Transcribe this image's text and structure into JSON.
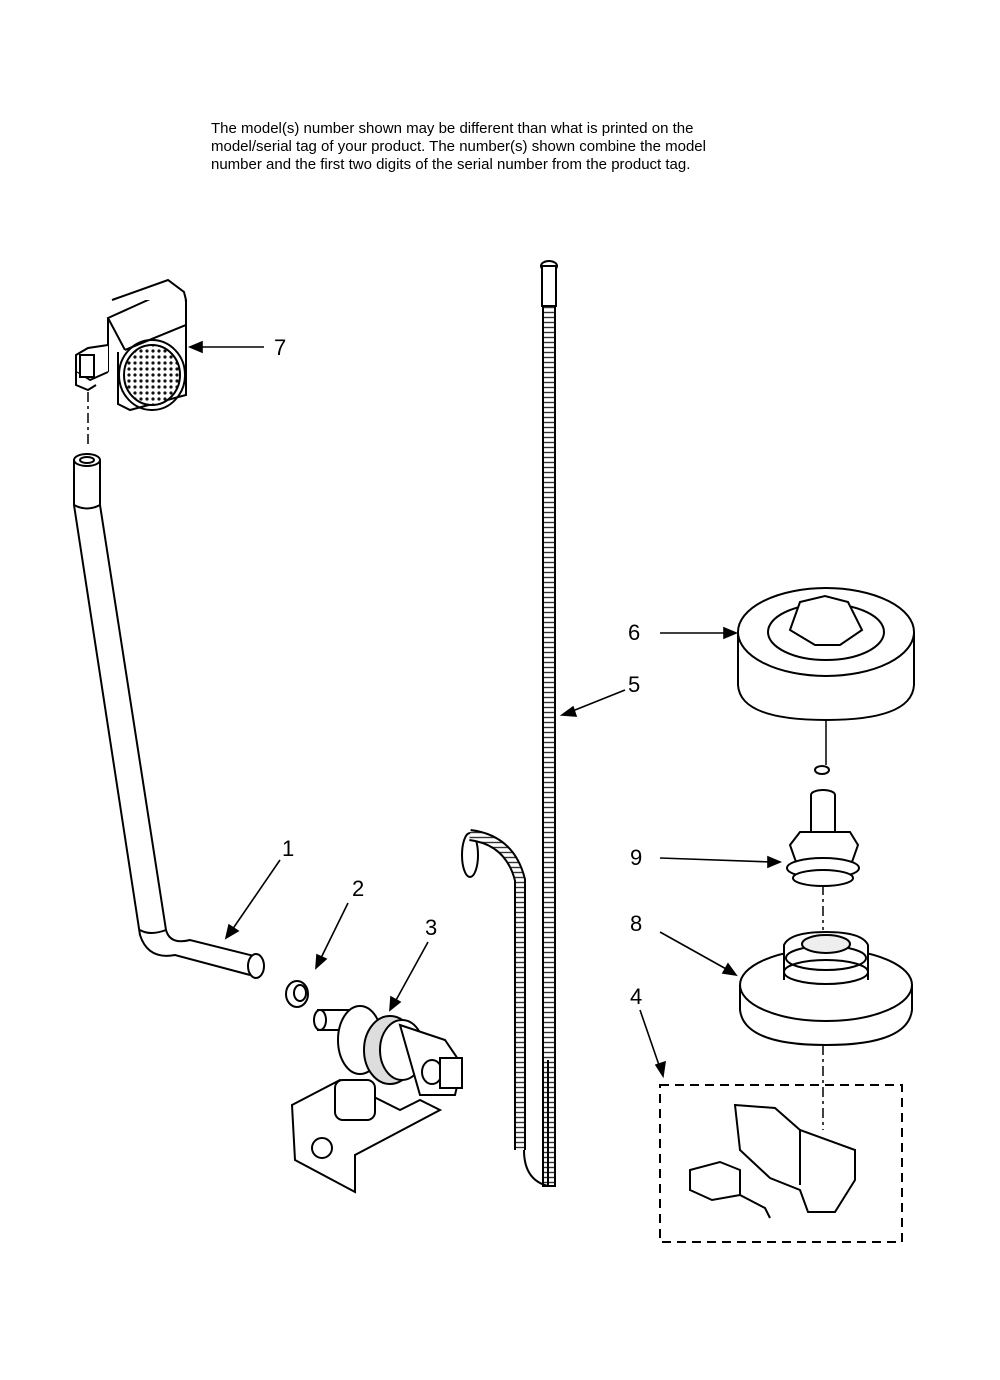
{
  "note": {
    "line1": "The model(s) number shown may be different than what is printed on the",
    "line2": "model/serial tag of your product. The number(s) shown combine the model",
    "line3": "number and the first two digits of the serial number from the product tag."
  },
  "callouts": {
    "c1": "1",
    "c2": "2",
    "c3": "3",
    "c4": "4",
    "c5": "5",
    "c6": "6",
    "c7": "7",
    "c8": "8",
    "c9": "9"
  }
}
